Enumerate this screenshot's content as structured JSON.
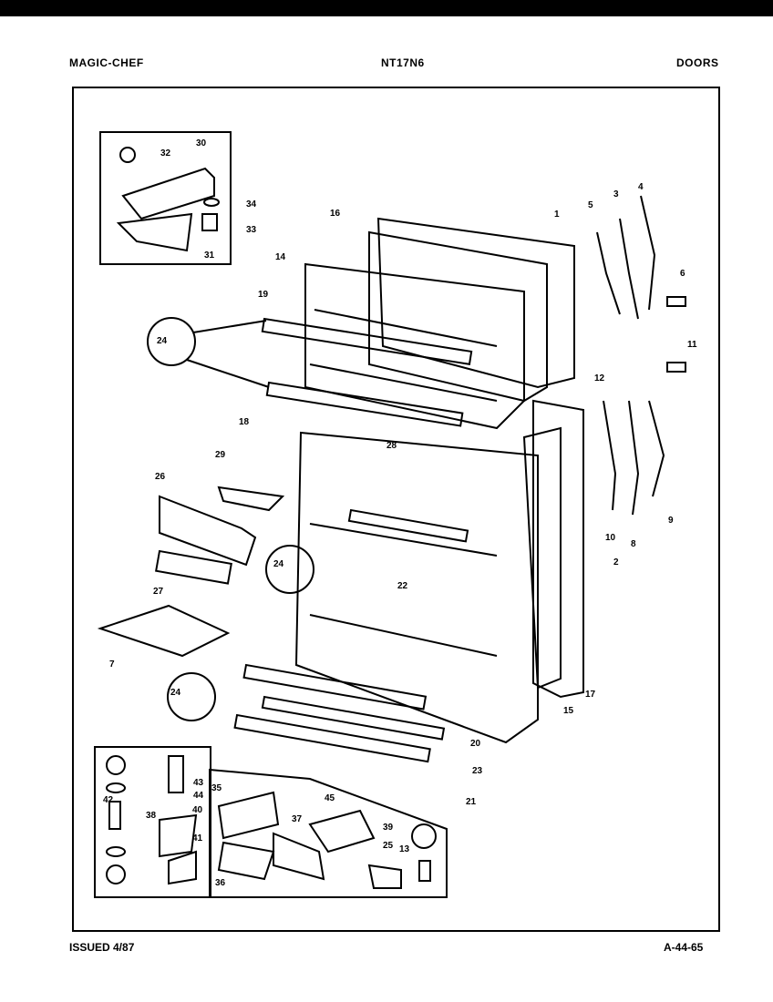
{
  "header": {
    "brand": "MAGIC-CHEF",
    "model": "NT17N6",
    "section": "DOORS"
  },
  "footer": {
    "issued": "ISSUED 4/87",
    "page_code": "A-44-65"
  },
  "callouts": [
    "1",
    "2",
    "3",
    "4",
    "5",
    "6",
    "7",
    "8",
    "9",
    "10",
    "11",
    "12",
    "13",
    "14",
    "15",
    "16",
    "17",
    "18",
    "19",
    "20",
    "21",
    "22",
    "23",
    "24",
    "25",
    "26",
    "27",
    "28",
    "29",
    "30",
    "31",
    "32",
    "33",
    "34",
    "35",
    "36",
    "37",
    "38",
    "39",
    "40",
    "41",
    "42",
    "43",
    "44",
    "45"
  ]
}
